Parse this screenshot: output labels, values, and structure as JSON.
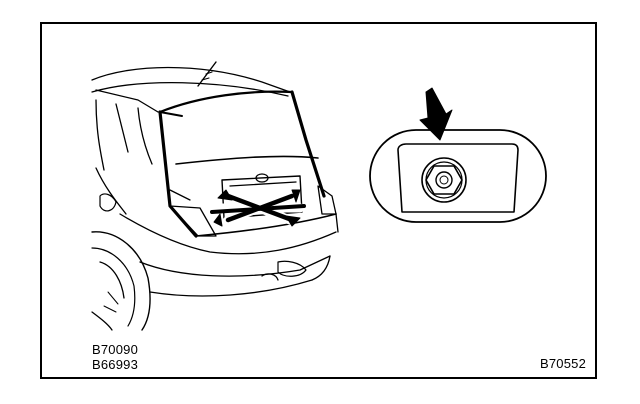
{
  "figure": {
    "codes_left": [
      "B70090",
      "B66993"
    ],
    "code_right": "B70552",
    "colors": {
      "line": "#000000",
      "background": "#ffffff"
    },
    "icons": {
      "car": "car-rear-view-illustration",
      "removal": "cross-arrows-icon",
      "detail": "nut-detail-icon",
      "pointer": "down-arrow-icon"
    }
  }
}
